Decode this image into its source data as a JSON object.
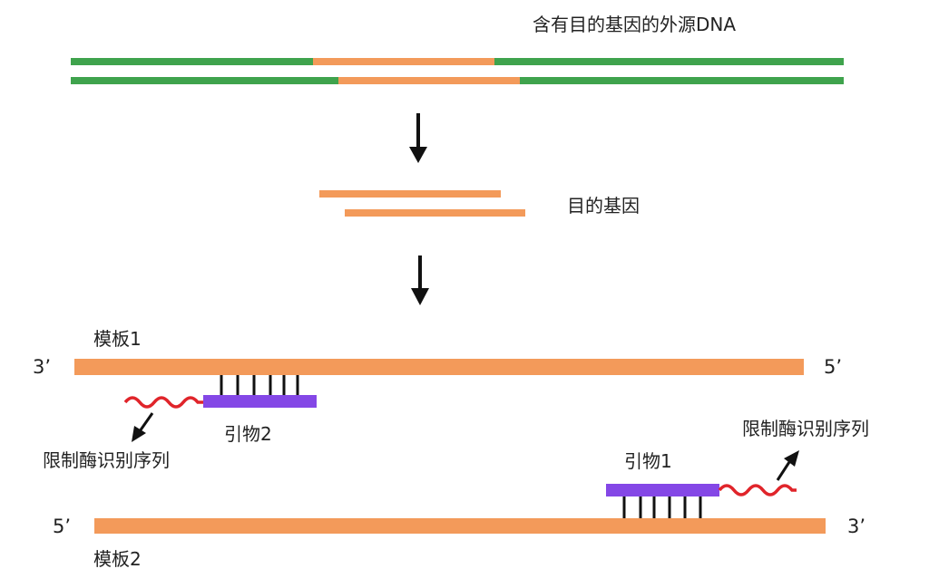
{
  "labels": {
    "foreign_dna": "含有目的基因的外源DNA",
    "target_gene": "目的基因",
    "template1": "模板1",
    "template2": "模板2",
    "primer1": "引物1",
    "primer2": "引物2",
    "restriction_site_left": "限制酶识别序列",
    "restriction_site_right": "限制酶识别序列",
    "t1_left_end": "3’",
    "t1_right_end": "5’",
    "t2_left_end": "5’",
    "t2_right_end": "3’"
  },
  "colors": {
    "dna_green": "#3fa34d",
    "gene_orange": "#f39a5a",
    "primer_purple": "#8447e6",
    "restriction_red": "#e0242a",
    "arrow_black": "#111111"
  }
}
